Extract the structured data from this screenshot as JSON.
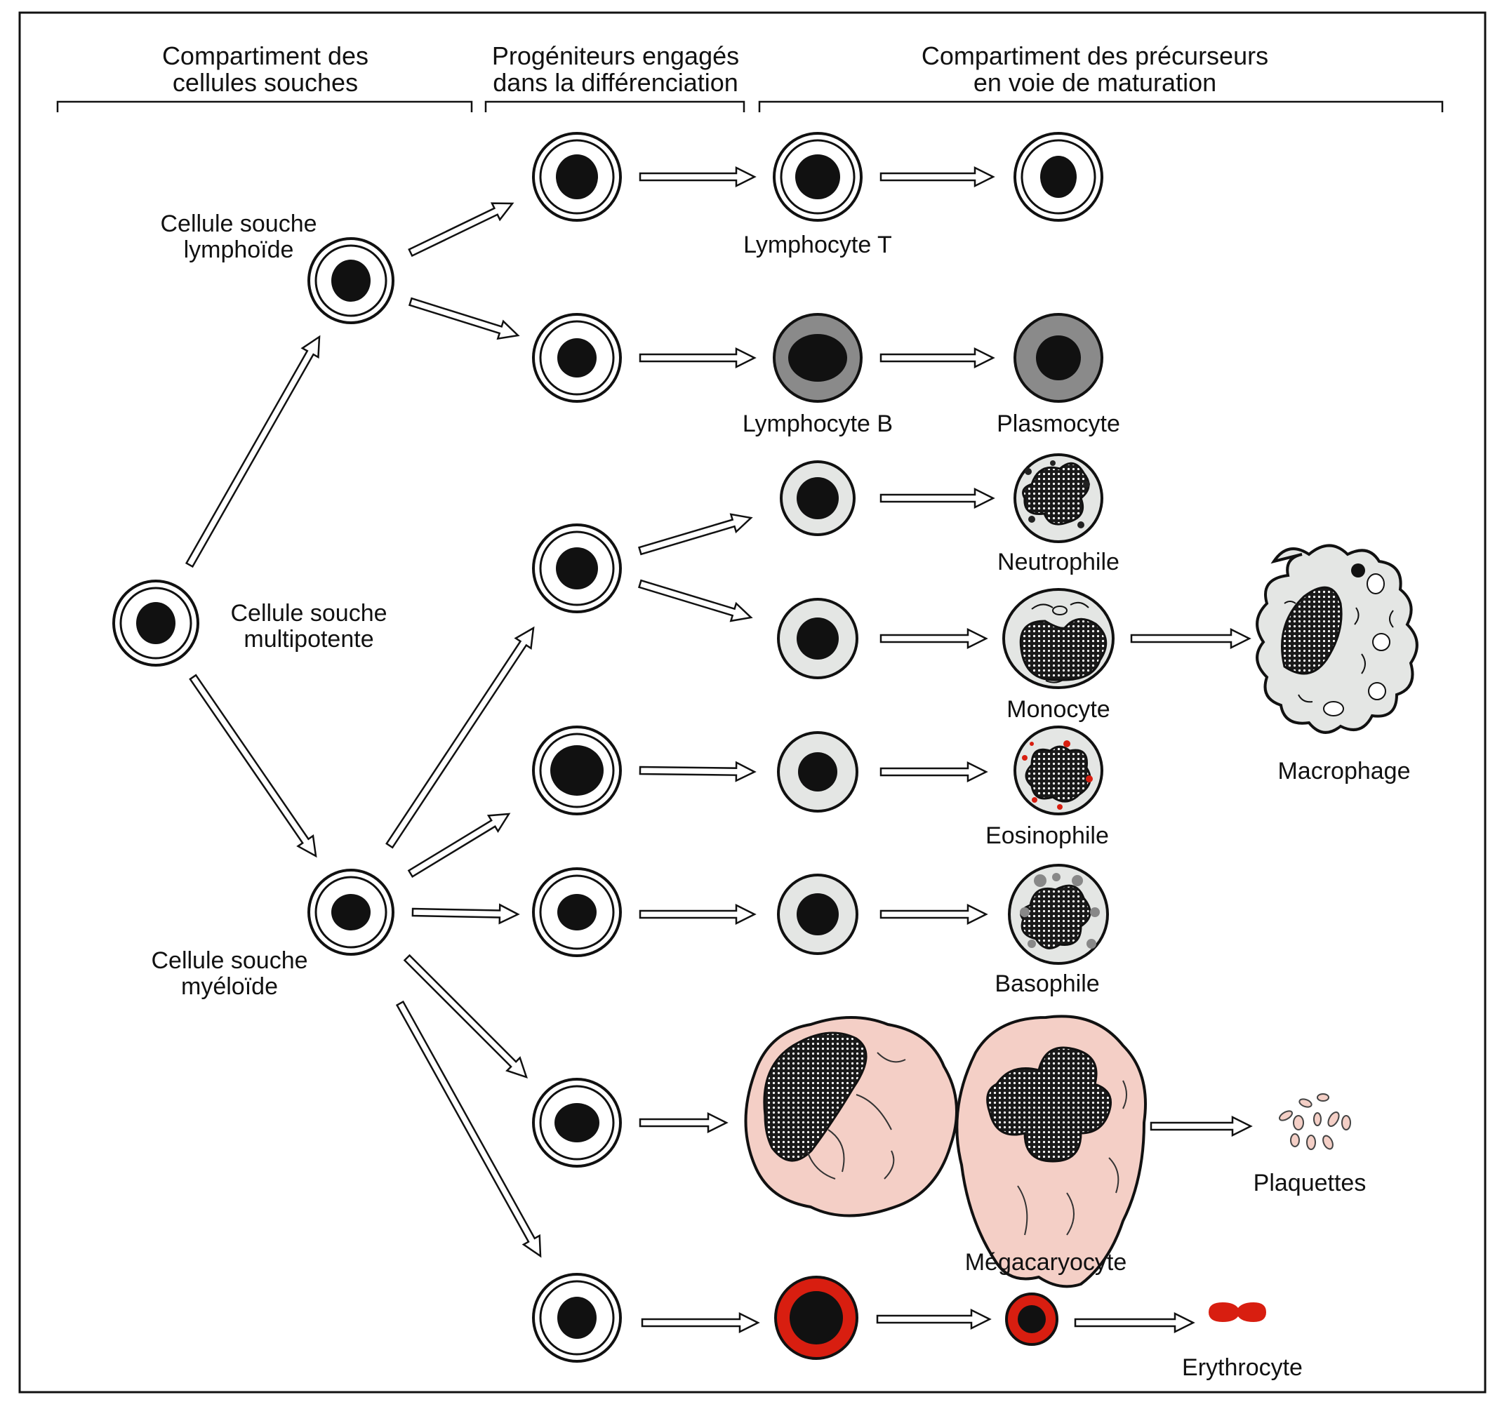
{
  "headers": {
    "stem": [
      "Compartiment des",
      "cellules souches"
    ],
    "progenitors": [
      "Progéniteurs engagés",
      "dans la différenciation"
    ],
    "precursors": [
      "Compartiment des précurseurs",
      "en voie de maturation"
    ]
  },
  "labels": {
    "lymphoid_stem": [
      "Cellule souche",
      "lymphoïde"
    ],
    "multipotent_stem": [
      "Cellule souche",
      "multipotente"
    ],
    "myeloid_stem": [
      "Cellule souche",
      "myéloïde"
    ],
    "lymphocyte_t": "Lymphocyte T",
    "lymphocyte_b": "Lymphocyte B",
    "plasmocyte": "Plasmocyte",
    "neutrophile": "Neutrophile",
    "monocyte": "Monocyte",
    "macrophage": "Macrophage",
    "eosinophile": "Eosinophile",
    "basophile": "Basophile",
    "megacaryocyte": "Mégacaryocyte",
    "plaquettes": "Plaquettes",
    "erythrocyte": "Erythrocyte"
  },
  "colors": {
    "ink": "#111111",
    "gray_cytoplasm": "#8a8a8a",
    "light_gray_cytoplasm": "#e4e6e4",
    "pink_cytoplasm": "#f4cfc6",
    "red": "#d81e10"
  }
}
